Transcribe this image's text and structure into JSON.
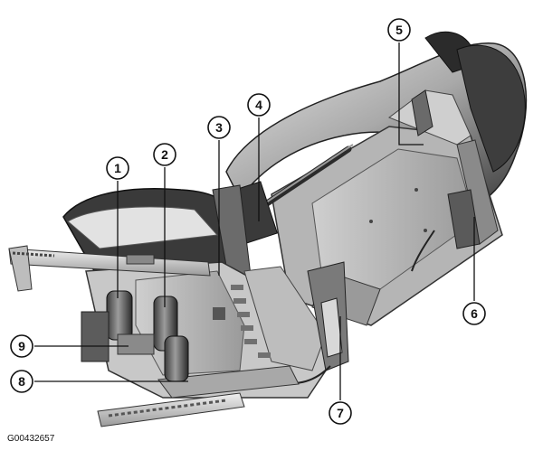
{
  "figure": {
    "reference_code": "G00432657",
    "callouts": [
      {
        "id": "callout-1",
        "number": "1"
      },
      {
        "id": "callout-2",
        "number": "2"
      },
      {
        "id": "callout-3",
        "number": "3"
      },
      {
        "id": "callout-4",
        "number": "4"
      },
      {
        "id": "callout-5",
        "number": "5"
      },
      {
        "id": "callout-6",
        "number": "6"
      },
      {
        "id": "callout-7",
        "number": "7"
      },
      {
        "id": "callout-8",
        "number": "8"
      },
      {
        "id": "callout-9",
        "number": "9"
      }
    ],
    "colors": {
      "line": "#111111",
      "circle_fill": "#ffffff",
      "frame_dark": "#2b2b2b",
      "frame_mid": "#8c8c8c",
      "frame_light": "#d4d4d4"
    }
  }
}
